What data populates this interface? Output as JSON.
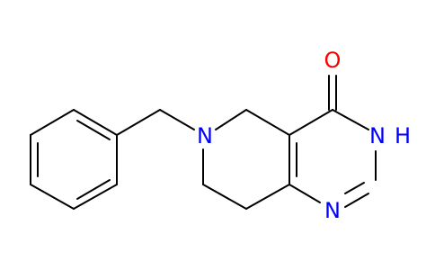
{
  "molecule": {
    "atoms": {
      "n_ring": "N",
      "n_amide": "N",
      "h_amide": "H",
      "n_lower": "N",
      "o_carbonyl": "O"
    },
    "colors": {
      "bond": "#000000",
      "nitrogen": "#0000ff",
      "oxygen": "#ff0000",
      "background": "#ffffff"
    }
  }
}
